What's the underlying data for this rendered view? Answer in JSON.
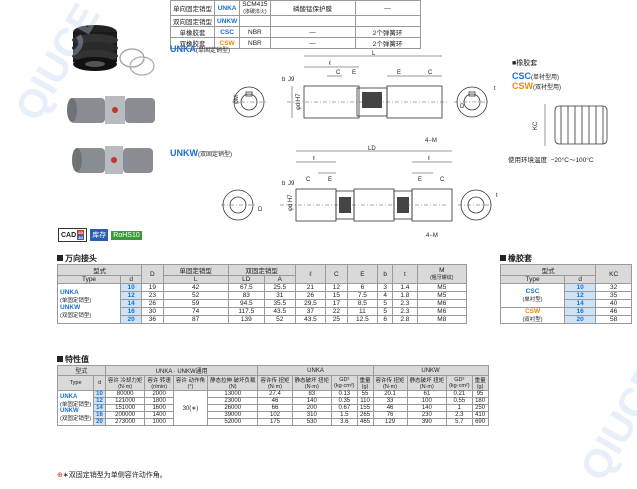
{
  "top_table": {
    "rows": [
      {
        "name": "单向固定销型",
        "code": "UNKA",
        "code_color": "blue",
        "material": "SCM415",
        "material_note": "(渗碳淬火)",
        "treatment": "磷酸锰保护膜",
        "accessory": "—"
      },
      {
        "name": "双向固定销型",
        "code": "UNKW",
        "code_color": "blue",
        "material": "",
        "material_note": "",
        "treatment": "",
        "accessory": ""
      },
      {
        "name": "单橡胶套",
        "code": "CSC",
        "code_color": "blue",
        "material": "NBR",
        "material_note": "",
        "treatment": "—",
        "accessory": "2个弹簧环"
      },
      {
        "name": "双橡胶套",
        "code": "CSW",
        "code_color": "orange",
        "material": "NBR",
        "material_note": "",
        "treatment": "—",
        "accessory": "2个弹簧环"
      }
    ]
  },
  "drawing_unka": {
    "title_code": "UNKA",
    "title_note": "(单固定销型)",
    "labels": [
      "L",
      "ℓ",
      "C",
      "E",
      "E",
      "C",
      "b",
      "φd H7",
      "φM",
      "D",
      "4−M",
      "t",
      "φd H7"
    ]
  },
  "drawing_unkw": {
    "title_code": "UNKW",
    "title_note": "(双固定销型)",
    "labels": [
      "LD",
      "ℓ",
      "ℓ",
      "C",
      "E",
      "E",
      "C",
      "b",
      "φd H7",
      "φM",
      "D",
      "4−M",
      "t",
      "φd H7"
    ]
  },
  "rubber": {
    "title": "■橡胶套",
    "csc": "CSC",
    "csc_note": "(单衬型用)",
    "csw": "CSW",
    "csw_note": "(双衬型用)",
    "kc_label": "KC",
    "env_label": "使用环境温度",
    "env_value": "−20°C～100°C"
  },
  "badges": {
    "cad": "CAD",
    "cad_sub1": "2D",
    "cad_sub2": "3D",
    "stock": "库存",
    "rohs": "RoHS10"
  },
  "joint_table": {
    "title": "万向接头",
    "h_model": "型式",
    "h_type": "Type",
    "h_d": "d",
    "h_D": "D",
    "h_single": "单固定销型",
    "h_double": "双固定销型",
    "h_L": "L",
    "h_LD": "LD",
    "h_A": "A",
    "h_l": "ℓ",
    "h_C": "C",
    "h_E": "E",
    "h_b": "b",
    "h_t": "t",
    "h_M": "M",
    "h_M_note": "(粗牙螺纹)",
    "type1": "UNKA",
    "type1_note": "(单固定销型)",
    "type2": "UNKW",
    "type2_note": "(双固定销型)",
    "rows": [
      {
        "d": "10",
        "D": "19",
        "L": "42",
        "LD": "67.5",
        "A": "25.5",
        "l": "21",
        "C": "12",
        "E": "6",
        "b": "3",
        "t": "1.4",
        "M": "M5"
      },
      {
        "d": "12",
        "D": "23",
        "L": "52",
        "LD": "83",
        "A": "31",
        "l": "26",
        "C": "15",
        "E": "7.5",
        "b": "4",
        "t": "1.8",
        "M": "M5"
      },
      {
        "d": "14",
        "D": "26",
        "L": "59",
        "LD": "94.5",
        "A": "35.5",
        "l": "29.5",
        "C": "17",
        "E": "8.5",
        "b": "5",
        "t": "2.3",
        "M": "M6"
      },
      {
        "d": "16",
        "D": "30",
        "L": "74",
        "LD": "117.5",
        "A": "43.5",
        "l": "37",
        "C": "22",
        "E": "11",
        "b": "5",
        "t": "2.3",
        "M": "M6"
      },
      {
        "d": "20",
        "D": "36",
        "L": "87",
        "LD": "139",
        "A": "52",
        "l": "43.5",
        "C": "25",
        "E": "12.5",
        "b": "6",
        "t": "2.8",
        "M": "M8"
      }
    ]
  },
  "rubber_table": {
    "title": "橡胶套",
    "h_model": "型式",
    "h_type": "Type",
    "h_d": "d",
    "h_KC": "KC",
    "type1": "CSC",
    "type1_note": "(单衬型)",
    "type2": "CSW",
    "type2_note": "(双衬型)",
    "rows": [
      {
        "d": "10",
        "KC": "32"
      },
      {
        "d": "12",
        "KC": "35"
      },
      {
        "d": "14",
        "KC": "40"
      },
      {
        "d": "16",
        "KC": "46"
      },
      {
        "d": "20",
        "KC": "58"
      }
    ]
  },
  "spec_table": {
    "title": "特性值",
    "h_model": "型式",
    "h_type": "Type",
    "h_d": "d",
    "h_common": "UNKA · UNKW通用",
    "h_unka": "UNKA",
    "h_unkw": "UNKW",
    "h_torque": "容许 冷却力矩",
    "h_torque_u": "(N·m)",
    "h_speed": "容许 转速",
    "h_speed_u": "(r/min)",
    "h_angle": "容许 动作角",
    "h_angle_u": "(°)",
    "h_static": "静态拉伸 破坏负载",
    "h_static_u": "(N)",
    "h_tq": "容许传 扭矩",
    "h_tq_u": "(N·m)",
    "h_break": "静态破坏 扭矩",
    "h_break_u": "(N·m)",
    "h_gd": "GD²",
    "h_gd_u": "(kg·cm²)",
    "h_w": "重量",
    "h_w_u": "(g)",
    "type1": "UNKA",
    "type1_note": "(单固定销型)",
    "type2": "UNKW",
    "type2_note": "(双固定销型)",
    "angle_merged": "30(∗)",
    "rows": [
      {
        "d": "10",
        "t1": "80000",
        "sp": "2000",
        "st": "13000",
        "a1": "27.4",
        "a2": "83",
        "a3": "0.13",
        "a4": "55",
        "w1": "20.1",
        "w2": "61",
        "w3": "0.21",
        "w4": "95"
      },
      {
        "d": "12",
        "t1": "121000",
        "sp": "1800",
        "st": "23000",
        "a1": "46",
        "a2": "140",
        "a3": "0.35",
        "a4": "110",
        "w1": "33",
        "w2": "100",
        "w3": "0.55",
        "w4": "180"
      },
      {
        "d": "14",
        "t1": "151000",
        "sp": "1600",
        "st": "26000",
        "a1": "66",
        "a2": "200",
        "a3": "0.67",
        "a4": "155",
        "w1": "46",
        "w2": "140",
        "w3": "1",
        "w4": "250"
      },
      {
        "d": "16",
        "t1": "200000",
        "sp": "1400",
        "st": "39000",
        "a1": "102",
        "a2": "310",
        "a3": "1.5",
        "a4": "265",
        "w1": "76",
        "w2": "230",
        "w3": "2.3",
        "w4": "410"
      },
      {
        "d": "20",
        "t1": "273000",
        "sp": "1000",
        "st": "52000",
        "a1": "175",
        "a2": "530",
        "a3": "3.6",
        "a4": "465",
        "w1": "129",
        "w2": "390",
        "w3": "5.7",
        "w4": "690"
      }
    ]
  },
  "footnote": "∗双固定销型为单侧容许动作角。",
  "watermark": "QIUCE"
}
